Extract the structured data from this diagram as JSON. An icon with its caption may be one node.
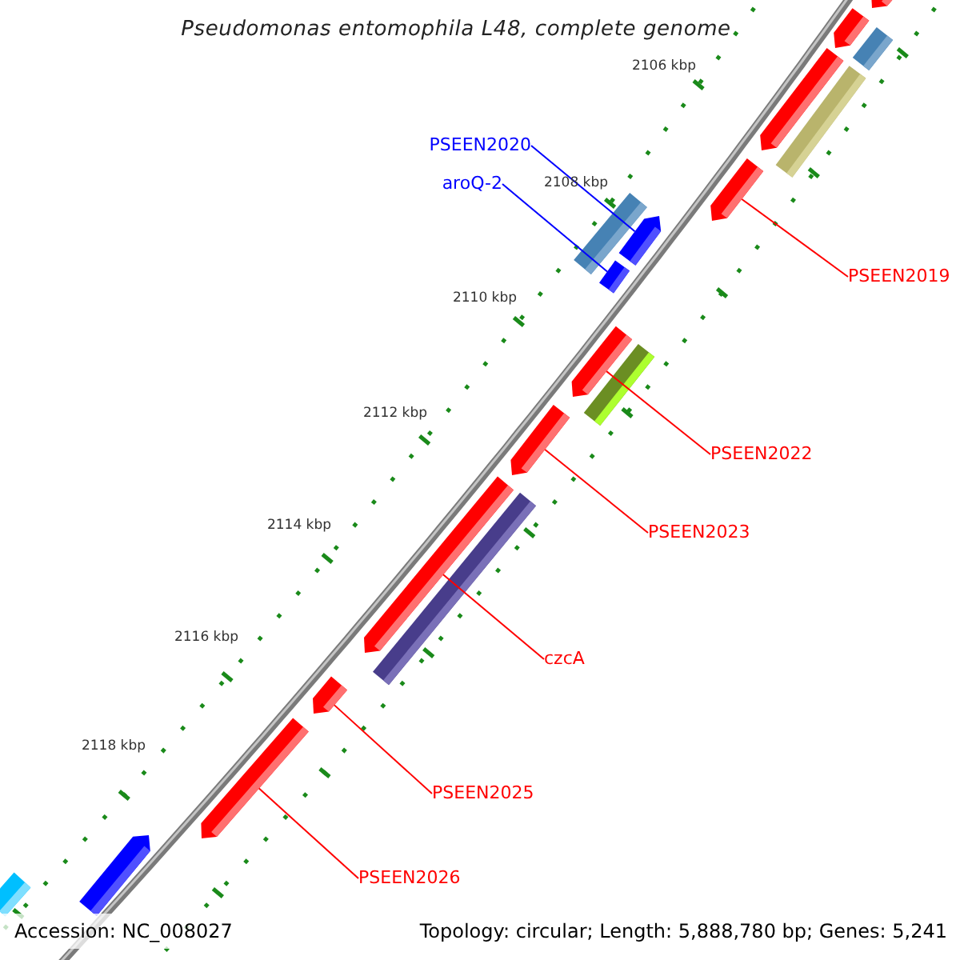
{
  "diagram": {
    "title": "Pseudomonas entomophila L48, complete genome",
    "nodes": [
      {
        "text": [
          "PSEEN2020"
        ]
      },
      {
        "text": [
          "aroQ-2"
        ]
      },
      {
        "text": [
          "PSEEN2019"
        ]
      },
      {
        "text": [
          "PSEEN2022"
        ]
      },
      {
        "text": [
          "PSEEN2023"
        ]
      },
      {
        "text": [
          "czcA"
        ]
      },
      {
        "text": [
          "PSEEN2025"
        ]
      },
      {
        "text": [
          "PSEEN2026"
        ]
      },
      {
        "text": [],
        "shape": "pentagon"
      },
      {
        "text": [],
        "shape": "pentagon"
      },
      {
        "text": [],
        "shape": "bar"
      },
      {
        "text": [],
        "shape": "pentagon"
      },
      {
        "text": [],
        "shape": "bar"
      },
      {
        "text": [],
        "shape": "pentagon"
      },
      {
        "text": [],
        "shape": "bar"
      },
      {
        "text": [],
        "shape": "pentagon"
      },
      {
        "text": [],
        "shape": "bar"
      },
      {
        "text": [],
        "shape": "pentagon"
      },
      {
        "text": [],
        "shape": "bar"
      },
      {
        "text": [],
        "shape": "pentagon"
      },
      {
        "text": [],
        "shape": "pentagon"
      },
      {
        "text": [],
        "shape": "bar"
      },
      {
        "text": [],
        "shape": "pentagon"
      },
      {
        "text": [],
        "shape": "pentagon"
      },
      {
        "text": [],
        "shape": "pentagon"
      },
      {
        "text": [],
        "shape": "bar"
      }
    ],
    "edges": [
      {
        "from": 0,
        "to": 15,
        "arrow": "none",
        "color": "#0000ff"
      },
      {
        "from": 1,
        "to": 16,
        "arrow": "none",
        "color": "#0000ff"
      },
      {
        "from": 2,
        "to": 13,
        "arrow": "none"
      },
      {
        "from": 3,
        "to": 17,
        "arrow": "none"
      },
      {
        "from": 4,
        "to": 19,
        "arrow": "none"
      },
      {
        "from": 5,
        "to": 20,
        "arrow": "none"
      },
      {
        "from": 6,
        "to": 22,
        "arrow": "none"
      },
      {
        "from": 7,
        "to": 23,
        "arrow": "none"
      }
    ],
    "labels": [
      "2106 kbp",
      "2108 kbp",
      "2110 kbp",
      "2112 kbp",
      "2114 kbp",
      "2116 kbp",
      "2118 kbp",
      "Accession: NC_008027",
      "Topology: circular; Length: 5,888,780 bp; Genes: 5,241"
    ]
  }
}
